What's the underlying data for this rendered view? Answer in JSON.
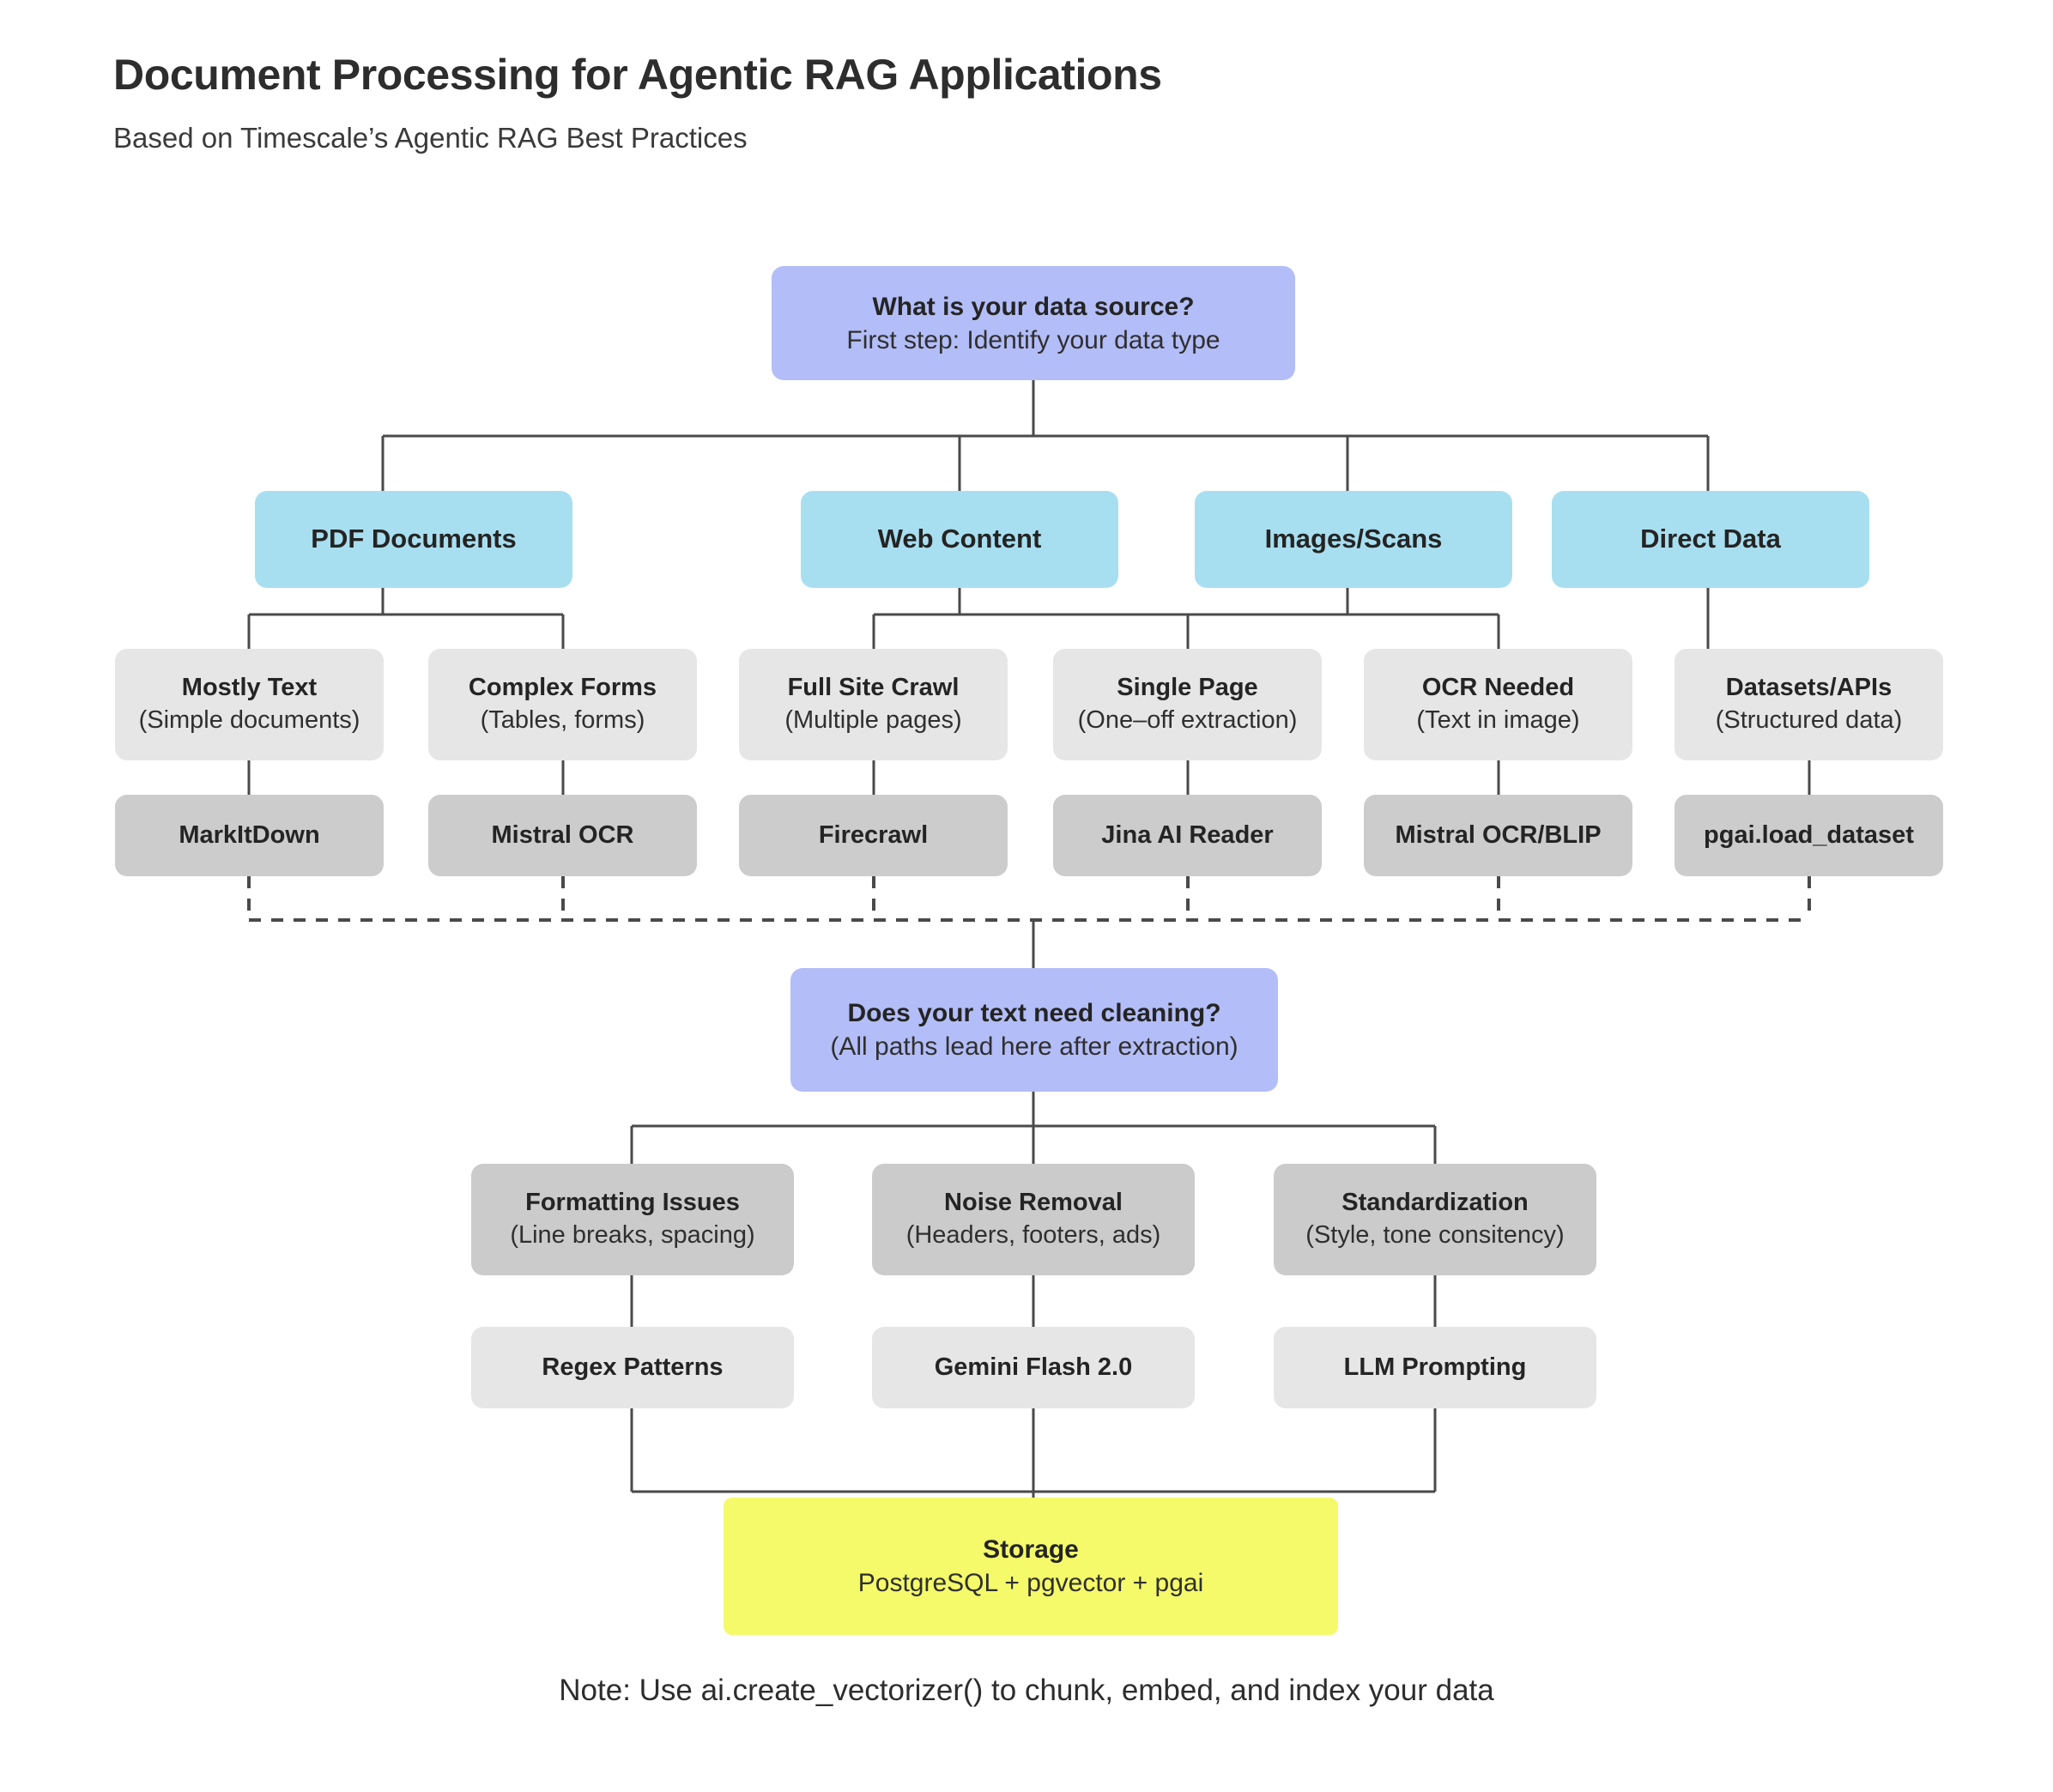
{
  "header": {
    "title": "Document Processing for Agentic RAG Applications",
    "subtitle": "Based on Timescale’s Agentic RAG Best Practices"
  },
  "colors": {
    "decision": "#b3bdf7",
    "source": "#a8dff0",
    "detail": "#e6e6e6",
    "tool": "#cccccc",
    "clean_category": "#cbcbcb",
    "clean_tool": "#e6e6e6",
    "storage": "#f4fa6a",
    "connector": "#4a4a4a",
    "background": "#ffffff",
    "text": "#2d2d2d"
  },
  "nodes": {
    "root_decision": {
      "title": "What is your data source?",
      "detail": "First step: Identify your data type"
    },
    "sources": [
      {
        "label": "PDF Documents"
      },
      {
        "label": "Web Content"
      },
      {
        "label": "Images/Scans"
      },
      {
        "label": "Direct Data"
      }
    ],
    "details": [
      {
        "title": "Mostly Text",
        "detail": "(Simple documents)"
      },
      {
        "title": "Complex Forms",
        "detail": "(Tables, forms)"
      },
      {
        "title": "Full Site Crawl",
        "detail": "(Multiple pages)"
      },
      {
        "title": "Single Page",
        "detail": "(One–off extraction)"
      },
      {
        "title": "OCR Needed",
        "detail": "(Text in image)"
      },
      {
        "title": "Datasets/APIs",
        "detail": "(Structured data)"
      }
    ],
    "tools": [
      {
        "label": "MarkItDown"
      },
      {
        "label": "Mistral OCR"
      },
      {
        "label": "Firecrawl"
      },
      {
        "label": "Jina AI Reader"
      },
      {
        "label": "Mistral OCR/BLIP"
      },
      {
        "label": "pgai.load_dataset"
      }
    ],
    "clean_decision": {
      "title": "Does your text need cleaning?",
      "detail": "(All paths lead here after extraction)"
    },
    "clean_categories": [
      {
        "title": "Formatting Issues",
        "detail": "(Line breaks, spacing)"
      },
      {
        "title": "Noise Removal",
        "detail": "(Headers, footers, ads)"
      },
      {
        "title": "Standardization",
        "detail": "(Style, tone consitency)"
      }
    ],
    "clean_tools": [
      {
        "label": "Regex Patterns"
      },
      {
        "label": "Gemini Flash 2.0"
      },
      {
        "label": "LLM Prompting"
      }
    ],
    "storage": {
      "title": "Storage",
      "detail": "PostgreSQL + pgvector + pgai"
    }
  },
  "footnote": "Note: Use ai.create_vectorizer() to chunk, embed, and index your data"
}
